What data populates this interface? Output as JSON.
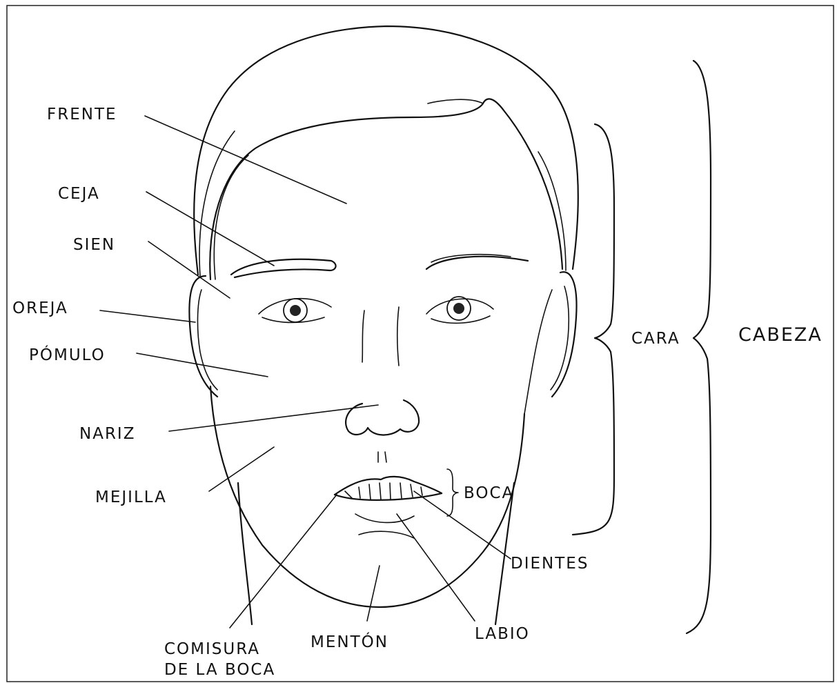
{
  "labels": {
    "frente": "FRENTE",
    "ceja": "CEJA",
    "sien": "SIEN",
    "oreja": "OREJA",
    "pomulo": "PÓMULO",
    "nariz": "NARIZ",
    "mejilla": "MEJILLA",
    "comisura_1": "COMISURA",
    "comisura_2": "DE LA BOCA",
    "menton": "MENTÓN",
    "labio": "LABIO",
    "dientes": "DIENTES",
    "boca": "BOCA",
    "cara": "CARA",
    "cabeza": "CABEZA"
  }
}
